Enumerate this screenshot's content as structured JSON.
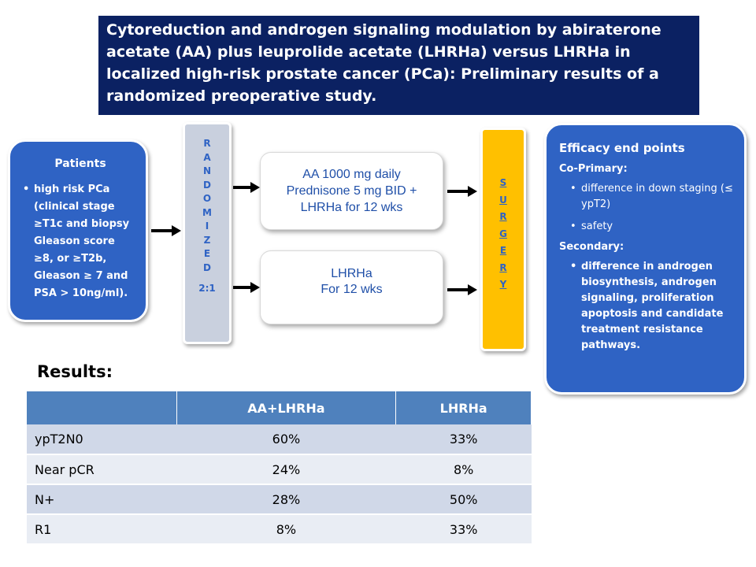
{
  "title": "Cytoreduction and androgen signaling modulation by abiraterone acetate (AA) plus leuprolide acetate (LHRHa) versus LHRHa in localized high-risk prostate cancer (PCa): Preliminary results of a randomized preoperative study.",
  "patients": {
    "heading": "Patients",
    "bullet": "high risk PCa (clinical stage ≥T1c and biopsy Gleason score ≥8, or ≥T2b, Gleason ≥ 7 and PSA > 10ng/ml)."
  },
  "randomized": {
    "letters": [
      "R",
      "A",
      "N",
      "D",
      "O",
      "M",
      "I",
      "Z",
      "E",
      "D"
    ],
    "ratio": "2:1"
  },
  "arms": {
    "arm1": [
      "AA 1000 mg daily",
      "Prednisone 5 mg BID +",
      "LHRHa for 12 wks"
    ],
    "arm2": [
      "LHRHa",
      "For 12 wks"
    ]
  },
  "surgery": {
    "letters": [
      "S",
      "U",
      "R",
      "G",
      "E",
      "R",
      "Y"
    ]
  },
  "efficacy": {
    "heading": "Efficacy end points",
    "coprimary_label": "Co-Primary:",
    "coprimary_items": [
      "difference in down staging (≤ ypT2)",
      "safety"
    ],
    "secondary_label": "Secondary:",
    "secondary_item": "difference in androgen biosynthesis, androgen signaling, proliferation apoptosis and candidate treatment resistance pathways."
  },
  "results": {
    "label": "Results:",
    "columns": [
      "",
      "AA+LHRHa",
      "LHRHa"
    ],
    "rows": [
      [
        "ypT2N0",
        "60%",
        "33%"
      ],
      [
        "Near pCR",
        "24%",
        "8%"
      ],
      [
        "N+",
        "28%",
        "50%"
      ],
      [
        "R1",
        "8%",
        "33%"
      ]
    ]
  },
  "colors": {
    "title_bg": "#0b2162",
    "box_blue": "#2f63c4",
    "randomize_bg": "#c9d0de",
    "surgery_bg": "#ffc000",
    "table_header": "#4f81bd",
    "table_row_a": "#d0d8e8",
    "table_row_b": "#e9edf4"
  }
}
